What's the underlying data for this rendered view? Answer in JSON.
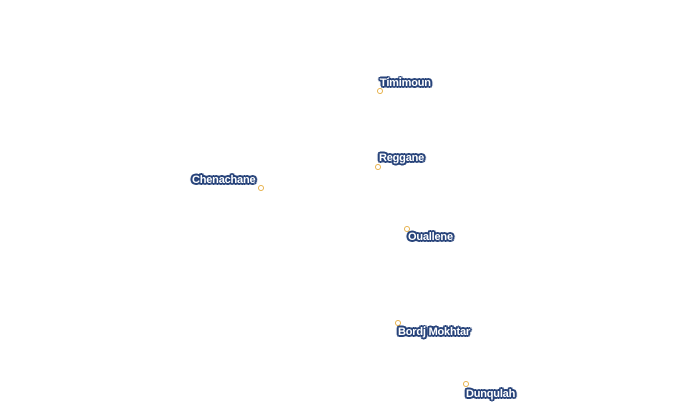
{
  "map": {
    "colors": {
      "background": "#ffffff",
      "dot_outline": "#e7b24c",
      "label_halo": "#27437a",
      "label_text": "#ffffff"
    },
    "places": [
      {
        "name": "Timimoun",
        "icon": "city-dot-icon"
      },
      {
        "name": "Reggane",
        "icon": "city-dot-icon"
      },
      {
        "name": "Chenachane",
        "icon": "city-dot-icon"
      },
      {
        "name": "Ouallene",
        "icon": "city-dot-icon"
      },
      {
        "name": "Bordj Mokhtar",
        "icon": "city-dot-icon"
      },
      {
        "name": "Dunqulah",
        "icon": "city-dot-icon"
      }
    ]
  }
}
